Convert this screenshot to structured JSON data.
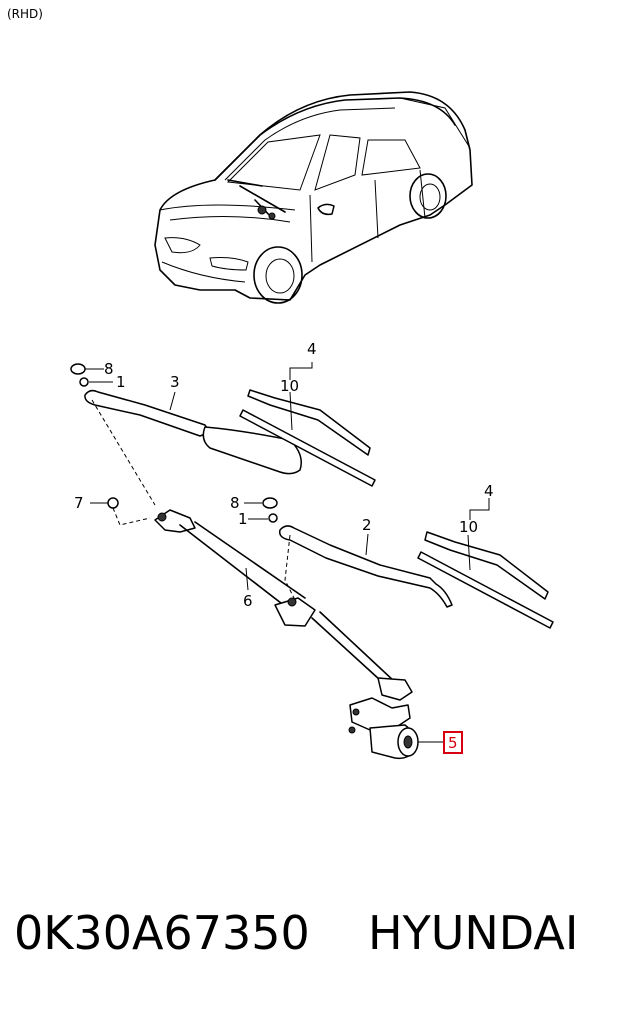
{
  "variant": "(RHD)",
  "callouts": {
    "c1a": "1",
    "c1b": "1",
    "c2": "2",
    "c3": "3",
    "c4a": "4",
    "c4b": "4",
    "c5": "5",
    "c6": "6",
    "c7": "7",
    "c8a": "8",
    "c8b": "8",
    "c10a": "10",
    "c10b": "10"
  },
  "highlighted_callout": "5",
  "part_number": "0K30A67350",
  "brand": "HYUNDAI",
  "colors": {
    "highlight": "#d6000f",
    "line": "#000000",
    "background": "#ffffff"
  }
}
